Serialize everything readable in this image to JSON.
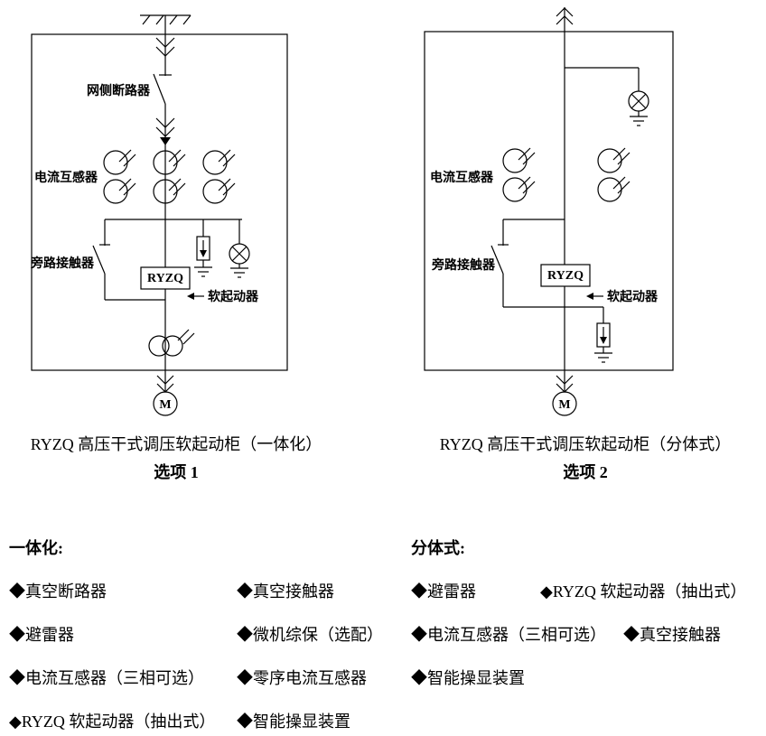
{
  "colors": {
    "line": "#000000",
    "background": "#ffffff",
    "text": "#000000"
  },
  "diagrams": {
    "left": {
      "caption": "RYZQ 高压干式调压软起动柜（一体化）",
      "option_label": "选项 1",
      "labels": {
        "grid_breaker": "网侧断路器",
        "current_transformer": "电流互感器",
        "bypass_contactor": "旁路接触器",
        "ryzq": "RYZQ",
        "soft_starter": "软起动器",
        "motor": "M"
      }
    },
    "right": {
      "caption": "RYZQ 高压干式调压软起动柜（分体式）",
      "option_label": "选项 2",
      "labels": {
        "current_transformer": "电流互感器",
        "bypass_contactor": "旁路接触器",
        "ryzq": "RYZQ",
        "soft_starter": "软起动器",
        "motor": "M"
      }
    }
  },
  "features": {
    "integrated": {
      "heading": "一体化:",
      "items": [
        "◆真空断路器",
        "◆真空接触器",
        "◆避雷器",
        "◆微机综保（选配）",
        "◆电流互感器（三相可选）",
        "◆零序电流互感器",
        "◆RYZQ 软起动器（抽出式）",
        "◆智能操显装置"
      ]
    },
    "split": {
      "heading": "分体式:",
      "items": [
        "◆避雷器",
        "◆RYZQ 软起动器（抽出式）",
        "◆电流互感器（三相可选）",
        "◆真空接触器",
        "◆智能操显装置"
      ]
    }
  }
}
